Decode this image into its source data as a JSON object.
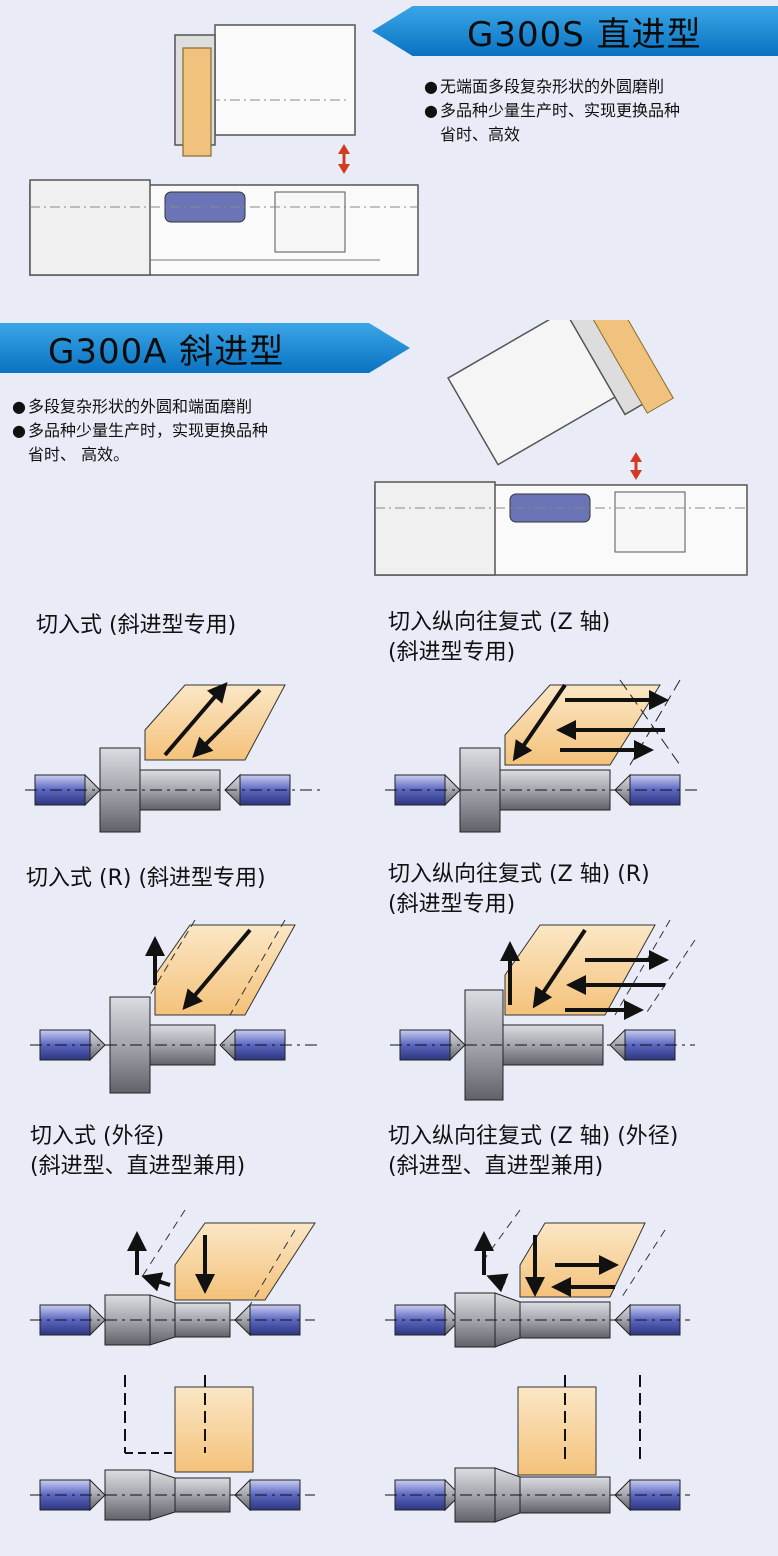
{
  "section_straight": {
    "title": "G300S  直进型",
    "bullets": [
      "无端面多段复杂形状的外圆磨削",
      "多品种少量生产时、实现更换品种",
      "省时、高效"
    ]
  },
  "section_angular": {
    "title": "G300A  斜进型",
    "bullets": [
      "多段复杂形状的外圆和端面磨削",
      "多品种少量生产时，实现更换品种",
      "省时、 高效。"
    ]
  },
  "diagrams": {
    "d1": {
      "line1": "切入式 (斜进型专用)"
    },
    "d2": {
      "line1": "切入纵向往复式 (Z 轴)",
      "line2": "(斜进型专用)"
    },
    "d3": {
      "line1": "切入式 (R) (斜进型专用)"
    },
    "d4": {
      "line1": "切入纵向往复式 (Z 轴) (R)",
      "line2": "(斜进型专用)"
    },
    "d5": {
      "line1": "切入式 (外径)",
      "line2": "(斜进型、直进型兼用)"
    },
    "d6": {
      "line1": "切入纵向往复式 (Z 轴) (外径)",
      "line2": "(斜进型、直进型兼用)"
    }
  },
  "colors": {
    "banner": "#1a86d0",
    "wheel": "#f5c98a",
    "shaft": "#8a8d93",
    "center": "#3a4aa8",
    "arrow_red": "#d23a20"
  }
}
